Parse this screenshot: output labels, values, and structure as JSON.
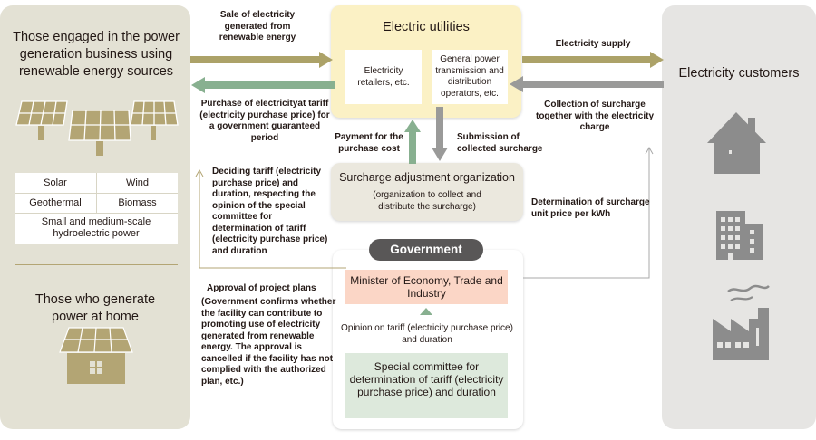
{
  "colors": {
    "left_panel": "#e3e1d4",
    "right_panel": "#e6e5e3",
    "utility_panel": "#fbf1c5",
    "surcharge_panel": "#ebe8de",
    "olive": "#b3a574",
    "olive_arrow": "#aca268",
    "gray_arrow": "#9a9a99",
    "green_arrow": "#88b090",
    "minister_fill": "#fbd6c6",
    "committee_fill": "#dde9dc",
    "government_badge": "#595757",
    "icon_gray": "#8c8c8c"
  },
  "left": {
    "business_title": "Those engaged in the power generation business using renewable energy sources",
    "sources": [
      "Solar",
      "Wind",
      "Geothermal",
      "Biomass"
    ],
    "hydro": "Small and medium-scale hydroelectric power",
    "home_title": "Those who generate power at home",
    "icons": [
      "solar-panel-icon",
      "house-solar-icon"
    ]
  },
  "utilities": {
    "title": "Electric utilities",
    "retailers": "Electricity retailers, etc.",
    "transmission": "General power transmission and distribution operators, etc."
  },
  "surcharge_org": {
    "title": "Surcharge adjustment organization",
    "subtitle": "(organization to collect and distribute the surcharge)"
  },
  "government": {
    "badge": "Government",
    "minister": "Minister of Economy, Trade and Industry",
    "opinion": "Opinion on tariff (electricity purchase price) and duration",
    "committee": "Special committee for determination of tariff (electricity purchase price) and duration"
  },
  "customers": {
    "title": "Electricity customers",
    "icons": [
      "house-icon",
      "building-icon",
      "factory-icon"
    ]
  },
  "labels": {
    "sale": "Sale of electricity generated from renewable energy",
    "purchase": "Purchase of electricityat tariff (electricity purchase price) for a government guaranteed period",
    "deciding": "Deciding tariff (electricity purchase price) and duration, respecting the opinion of the special committee for determination of tariff (electricity purchase price) and duration",
    "approval_title": "Approval of project plans",
    "approval_body": "(Government confirms whether the facility can contribute to promoting use of electricity generated from renewable energy. The approval is cancelled if the facility has not complied with the authorized plan, etc.)",
    "supply": "Electricity supply",
    "collection": "Collection of surcharge together with the electricity charge",
    "payment": "Payment for the purchase cost",
    "submission": "Submission of collected surcharge",
    "determination": "Determination of surcharge unit price per kWh"
  }
}
